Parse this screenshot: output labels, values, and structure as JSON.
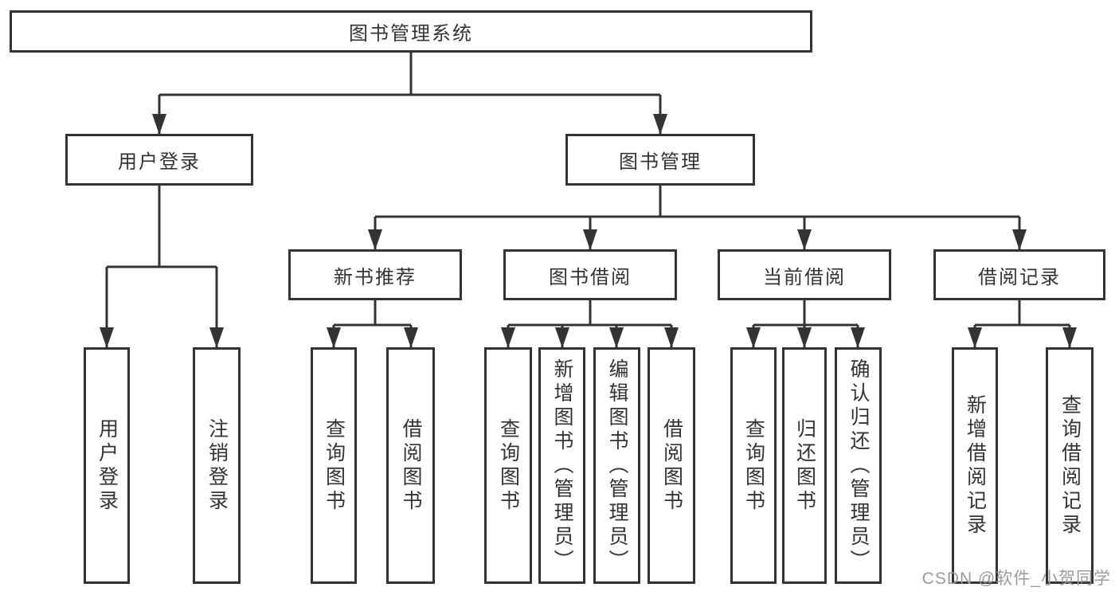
{
  "tree": {
    "label": "图书管理系统",
    "children": [
      {
        "label": "用户登录",
        "children": [
          {
            "label": "用户登录"
          },
          {
            "label": "注销登录"
          }
        ]
      },
      {
        "label": "图书管理",
        "children": [
          {
            "label": "新书推荐",
            "children": [
              {
                "label": "查询图书"
              },
              {
                "label": "借阅图书"
              }
            ]
          },
          {
            "label": "图书借阅",
            "children": [
              {
                "label": "查询图书"
              },
              {
                "label": "新增图书（管理员）"
              },
              {
                "label": "编辑图书（管理员）"
              },
              {
                "label": "借阅图书"
              }
            ]
          },
          {
            "label": "当前借阅",
            "children": [
              {
                "label": "查询图书"
              },
              {
                "label": "归还图书"
              },
              {
                "label": "确认归还（管理员）"
              }
            ]
          },
          {
            "label": "借阅记录",
            "children": [
              {
                "label": "新增借阅记录"
              },
              {
                "label": "查询借阅记录"
              }
            ]
          }
        ]
      }
    ]
  },
  "watermark": "CSDN @软件_小贺同学",
  "colors": {
    "line": "#333333",
    "text": "#333333",
    "watermark": "#9b9b9b",
    "background": "#ffffff"
  }
}
